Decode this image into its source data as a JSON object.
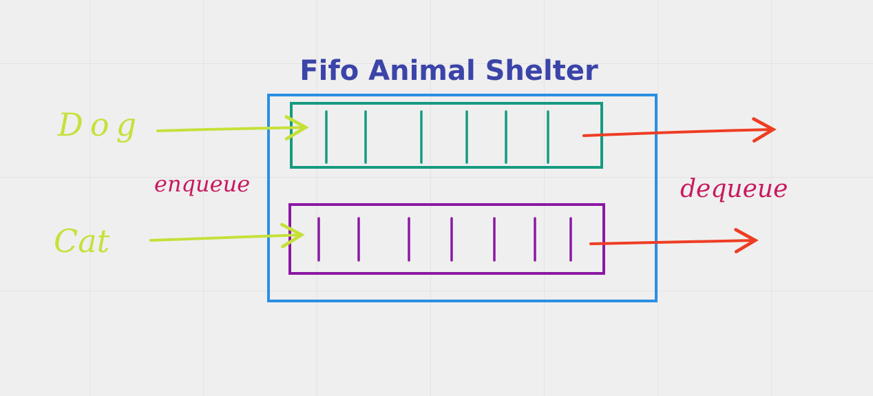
{
  "title": "Fifo Animal Shelter",
  "labels": {
    "dog": "Dog",
    "cat": "Cat",
    "enqueue": "enqueue",
    "dequeue": "dequeue"
  },
  "queues": [
    {
      "name": "Dog",
      "slot_dividers": 6
    },
    {
      "name": "Cat",
      "slot_dividers": 7
    }
  ],
  "colors": {
    "title": "#3b44a8",
    "shelter_box": "#2b8fe3",
    "dog_queue": "#169a80",
    "cat_queue": "#8c18a3",
    "input_arrow": "#c6e03a",
    "output_arrow": "#ee3d23",
    "handwriting": "#c8195f"
  }
}
